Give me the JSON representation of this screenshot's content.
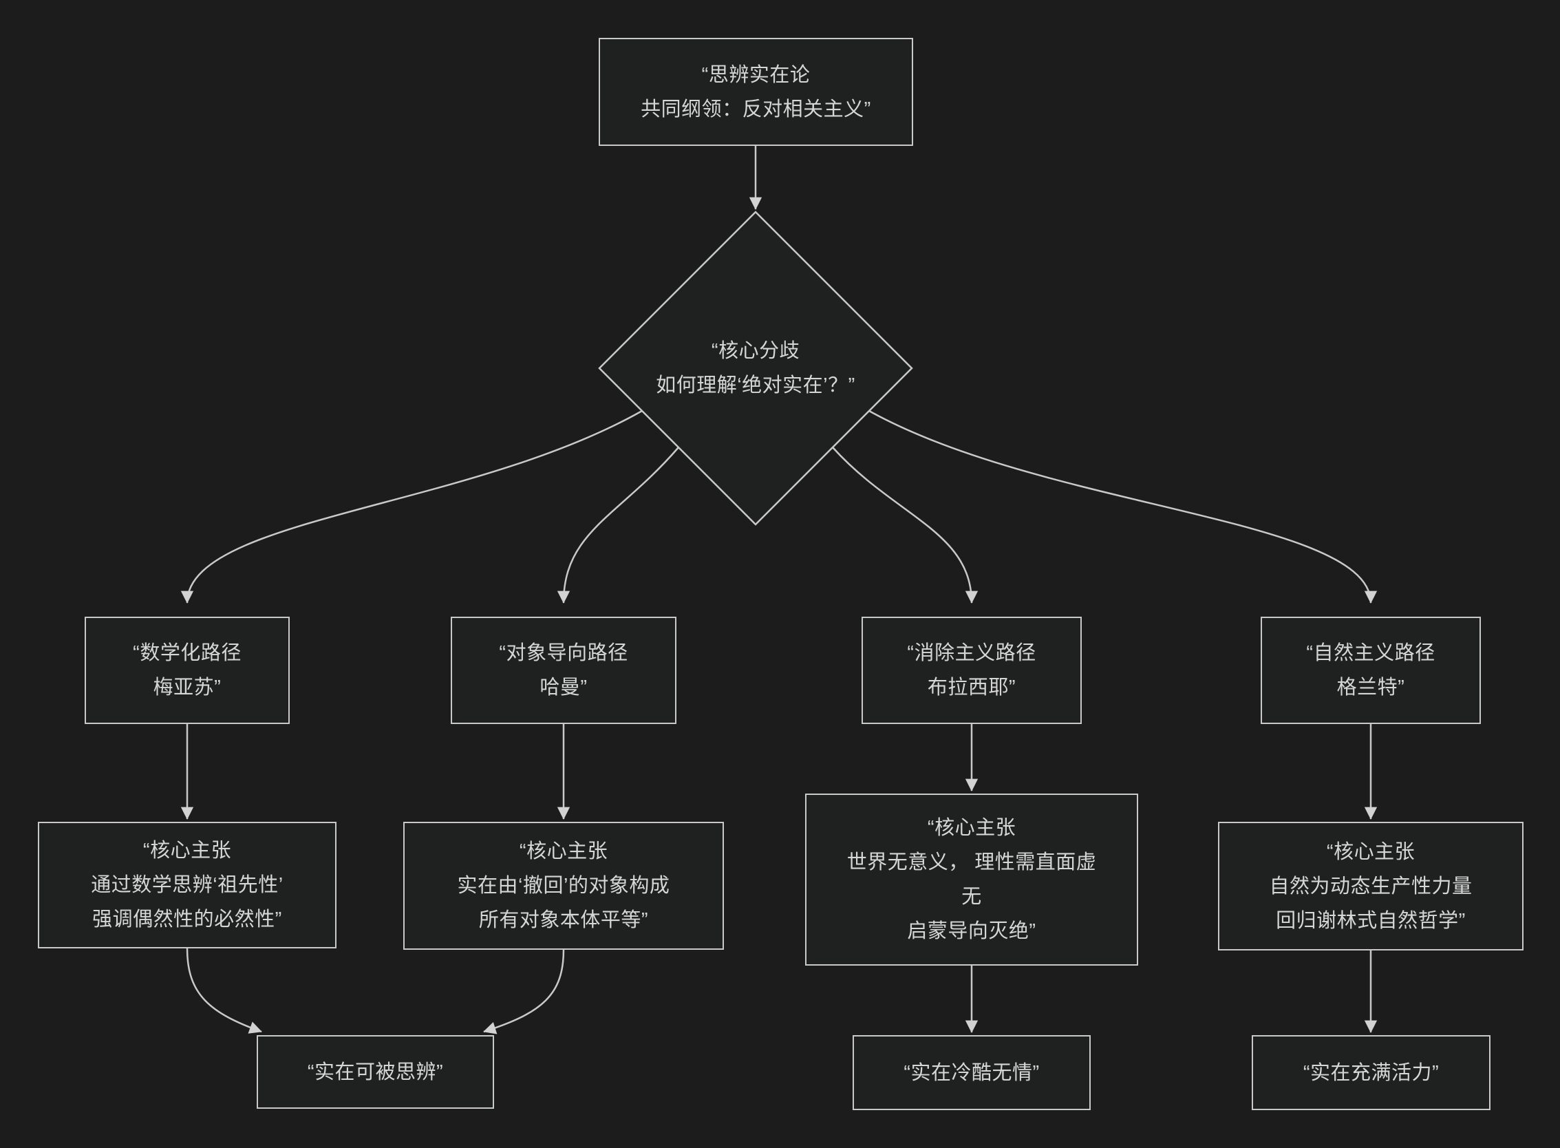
{
  "diagram": {
    "title": "思辨实在论流程图",
    "background_color": "#1c1c1c",
    "node_fill_color": "#1f2020",
    "node_border_color": "#c9c9c9",
    "edge_color": "#c9c9c9",
    "text_color": "#d6d6d6"
  },
  "nodes": {
    "root": {
      "lines": [
        "“思辨实在论",
        "共同纲领：反对相关主义”"
      ]
    },
    "question": {
      "lines": [
        "“核心分歧",
        "如何理解‘绝对实在’？”"
      ]
    },
    "path_math": {
      "lines": [
        "“数学化路径",
        "梅亚苏”"
      ]
    },
    "path_object": {
      "lines": [
        "“对象导向路径",
        "哈曼”"
      ]
    },
    "path_eliminative": {
      "lines": [
        "“消除主义路径",
        "布拉西耶”"
      ]
    },
    "path_naturalist": {
      "lines": [
        "“自然主义路径",
        "格兰特”"
      ]
    },
    "claim_math": {
      "lines": [
        "“核心主张",
        "通过数学思辨‘祖先性’",
        "强调偶然性的必然性”"
      ]
    },
    "claim_object": {
      "lines": [
        "“核心主张",
        "实在由‘撤回’的对象构成",
        "所有对象本体平等”"
      ]
    },
    "claim_eliminative": {
      "lines": [
        "“核心主张",
        "世界无意义， 理性需直面虚",
        "无",
        "启蒙导向灭绝”"
      ]
    },
    "claim_naturalist": {
      "lines": [
        "“核心主张",
        "自然为动态生产性力量",
        "回归谢林式自然哲学”"
      ]
    },
    "result_speculable": {
      "lines": [
        "“实在可被思辨”"
      ]
    },
    "result_cold": {
      "lines": [
        "“实在冷酷无情”"
      ]
    },
    "result_vital": {
      "lines": [
        "“实在充满活力”"
      ]
    }
  }
}
